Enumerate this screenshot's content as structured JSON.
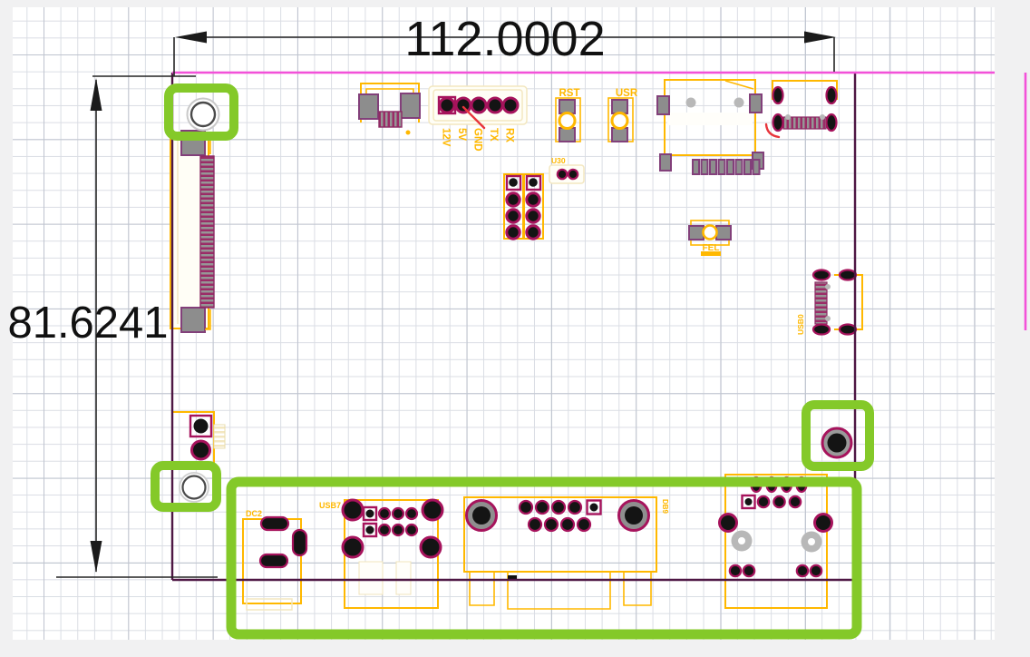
{
  "canvas": {
    "dimension_width": "112.0002",
    "dimension_height": "81.6241",
    "component_labels": {
      "rst": "RST",
      "usr": "USR",
      "u30": "U30",
      "fel": "FEL",
      "dc2": "DC2",
      "usb7": "USB7",
      "usb0": "USB0",
      "db9": "DB9"
    },
    "header_pin_labels": [
      "12V",
      "5V",
      "GND",
      "TX",
      "RX"
    ],
    "colors": {
      "silkscreen_yellow": "#FFB800",
      "pad_ring_magenta": "#A6135C",
      "board_edge_purple": "#4E1744",
      "page_edge_pink": "#F351D9",
      "highlight_green": "#84C929",
      "dimension_black": "#242424"
    }
  }
}
